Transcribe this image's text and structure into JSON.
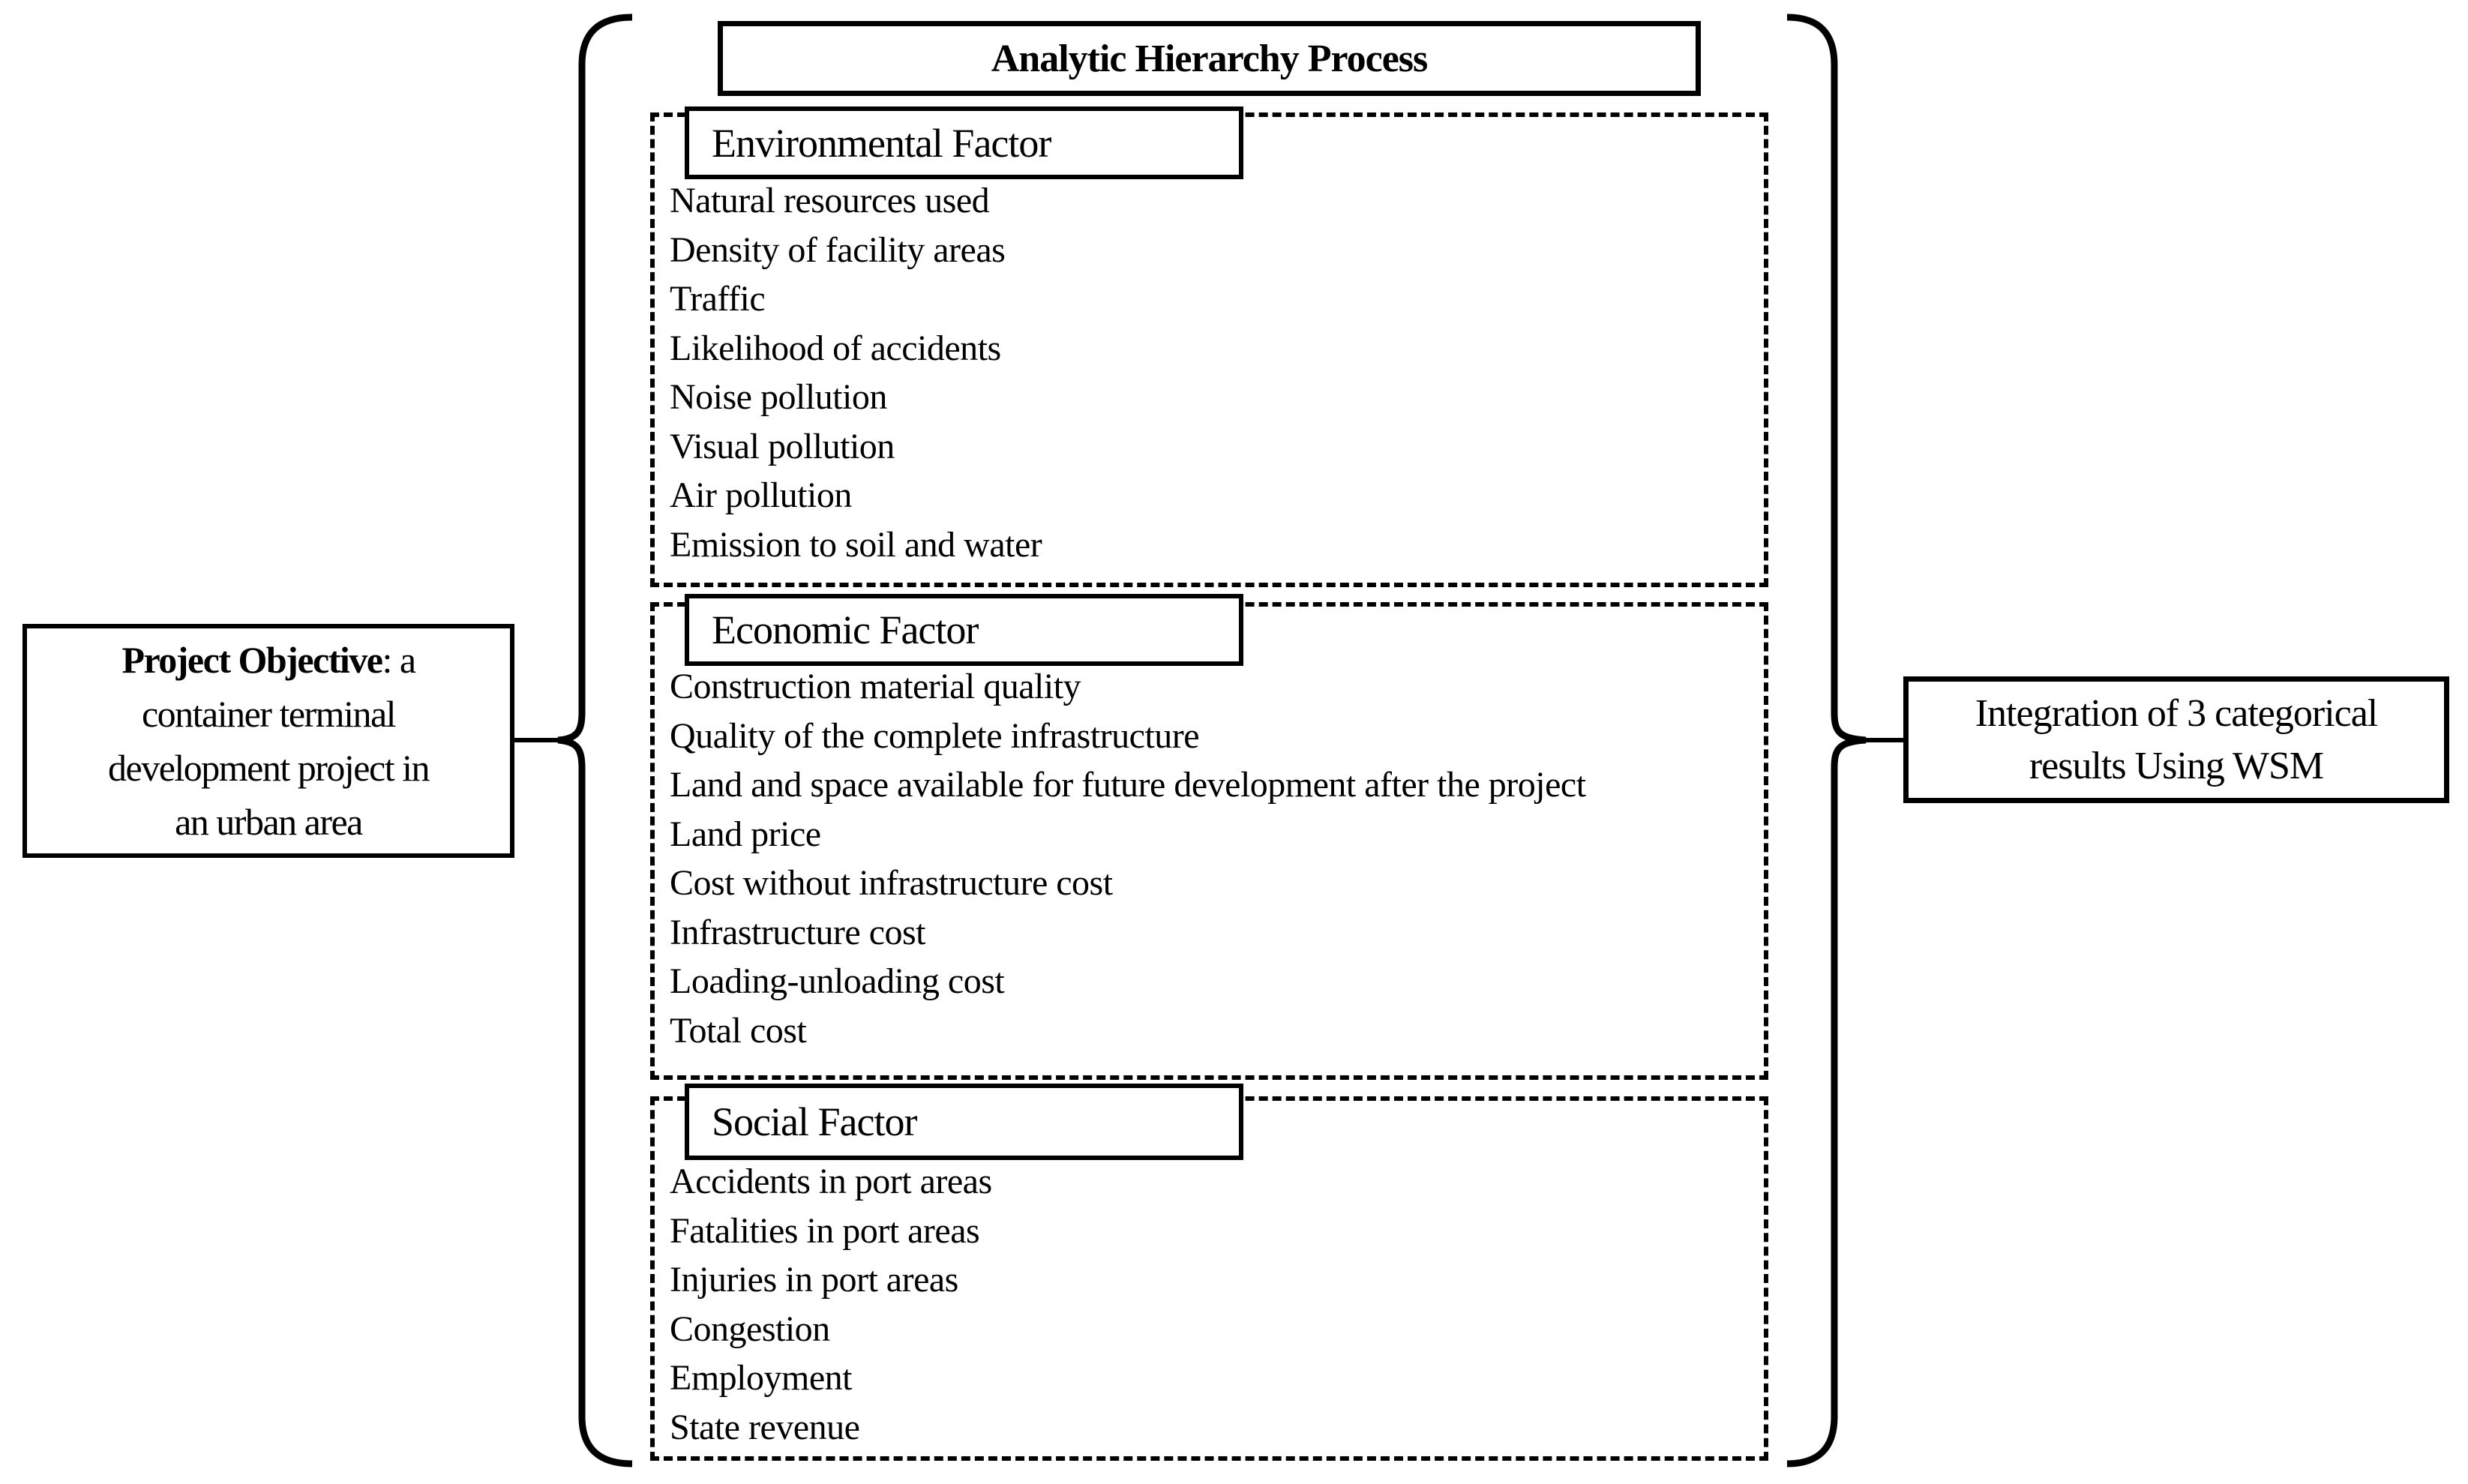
{
  "objective_box": {
    "title_bold": "Project Objective",
    "title_rest": ": a",
    "lines": [
      "container terminal",
      "development project in",
      "an urban area"
    ]
  },
  "ahp": {
    "title": "Analytic Hierarchy Process"
  },
  "factors": [
    {
      "label": "Environmental Factor",
      "items": [
        "Natural resources used",
        "Density of facility areas",
        "Traffic",
        "Likelihood of accidents",
        "Noise pollution",
        "Visual pollution",
        "Air pollution",
        "Emission to soil and water"
      ]
    },
    {
      "label": "Economic Factor",
      "items": [
        "Construction material quality",
        "Quality of the complete infrastructure",
        "Land and space available for future development after the project",
        "Land price",
        "Cost without infrastructure cost",
        "Infrastructure cost",
        "Loading-unloading cost",
        "Total cost"
      ]
    },
    {
      "label": "Social Factor",
      "items": [
        "Accidents in port areas",
        "Fatalities in port areas",
        "Injuries in port areas",
        "Congestion",
        "Employment",
        "State revenue"
      ]
    }
  ],
  "integration_box": {
    "lines": [
      "Integration of 3 categorical",
      "results Using WSM"
    ]
  },
  "colors": {
    "ink": "#000000",
    "background": "#ffffff"
  }
}
